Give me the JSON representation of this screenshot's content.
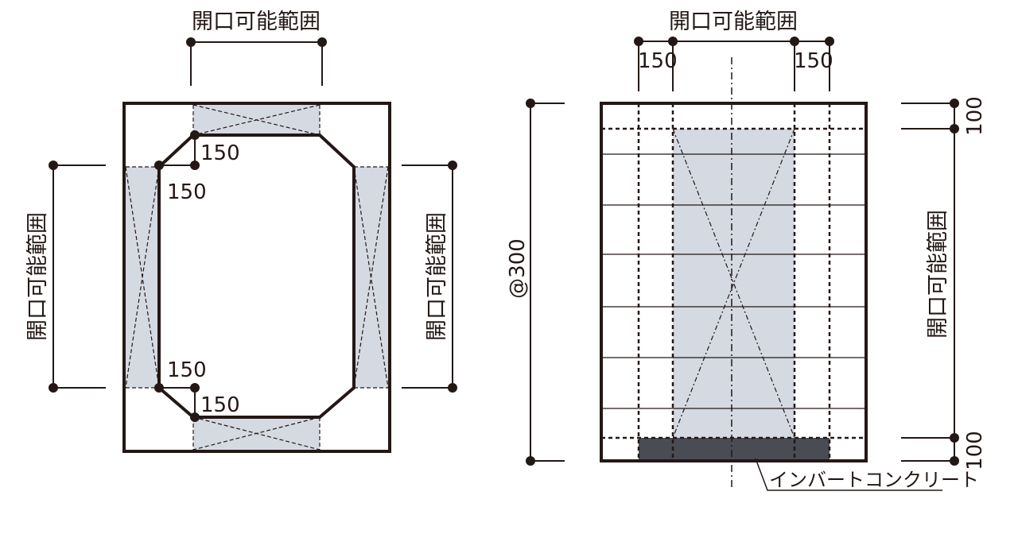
{
  "colors": {
    "line": "#231815",
    "shade": "#d5d9e2",
    "invert": "#4a4c54"
  },
  "left_figure": {
    "top_label": "開口可能範囲",
    "left_label": "開口可能範囲",
    "right_label": "開口可能範囲",
    "dims": [
      "150",
      "150",
      "150",
      "150"
    ]
  },
  "right_figure": {
    "top_label": "開口可能範囲",
    "top_dims": [
      "150",
      "150"
    ],
    "pitch_label": "@300",
    "right_label": "開口可能範囲",
    "right_dims": [
      "100",
      "100"
    ],
    "invert_label": "インバートコンクリート"
  }
}
